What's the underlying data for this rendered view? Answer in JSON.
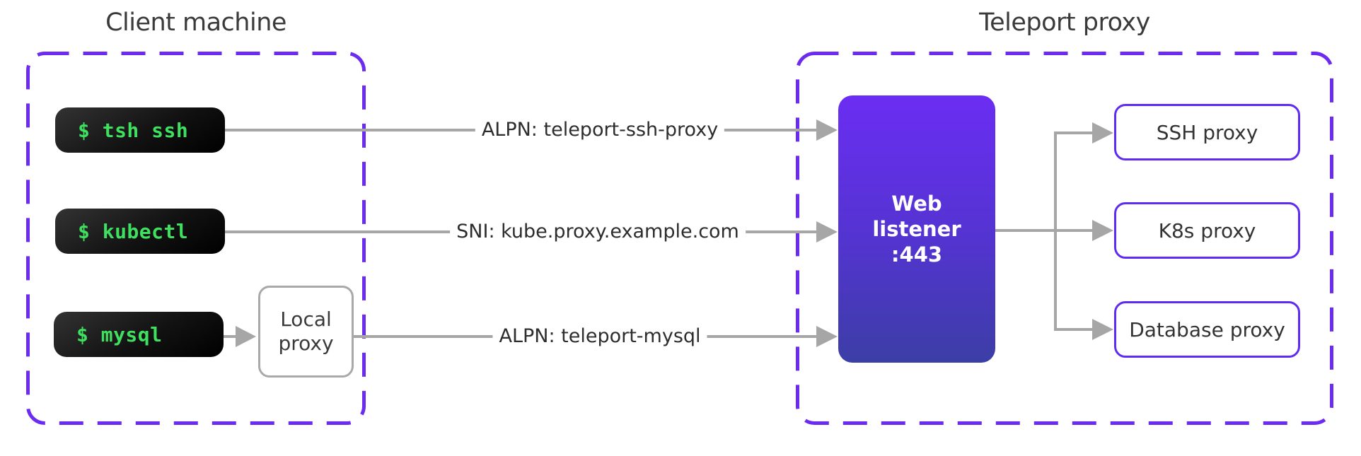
{
  "titles": {
    "client": "Client machine",
    "teleport": "Teleport proxy"
  },
  "client": {
    "terminals": [
      {
        "command": "$ tsh ssh"
      },
      {
        "command": "$ kubectl"
      },
      {
        "command": "$ mysql"
      }
    ],
    "local_proxy": {
      "label": "Local proxy"
    }
  },
  "connections": [
    {
      "label": "ALPN: teleport-ssh-proxy"
    },
    {
      "label": "SNI: kube.proxy.example.com"
    },
    {
      "label": "ALPN: teleport-mysql"
    }
  ],
  "teleport": {
    "web_listener": {
      "lines": [
        "Web",
        "listener",
        ":443"
      ]
    },
    "proxies": [
      {
        "label": "SSH proxy"
      },
      {
        "label": "K8s proxy"
      },
      {
        "label": "Database proxy"
      }
    ]
  },
  "colors": {
    "accent_purple": "#6c2bf0",
    "proxy_border_purple": "#5f2bf0",
    "web_listener_gradient_top": "#6b2df3",
    "web_listener_gradient_bottom": "#3c3ea6",
    "terminal_green": "#3fe05f",
    "connector_grey": "#a6a6a6",
    "title_grey": "#3a3a3a"
  }
}
